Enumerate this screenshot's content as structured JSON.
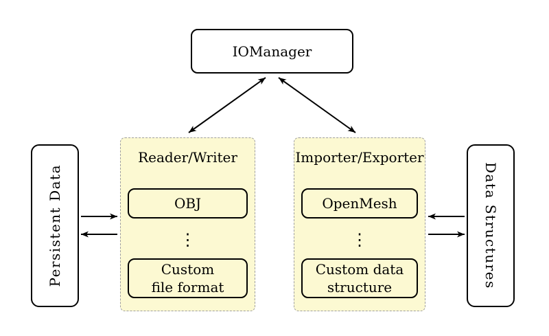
{
  "nodes": {
    "iomanager": {
      "label": "IOManager"
    },
    "persistent_data": {
      "label": "Persistent Data"
    },
    "data_structures": {
      "label": "Data Structures"
    },
    "reader_writer": {
      "title": "Reader/Writer",
      "top_item": "OBJ",
      "ellipsis": "⋮",
      "bottom_item_lines": [
        "Custom",
        "file format"
      ]
    },
    "importer_exporter": {
      "title": "Importer/Exporter",
      "top_item": "OpenMesh",
      "ellipsis": "⋮",
      "bottom_item_lines": [
        "Custom data",
        "structure"
      ]
    }
  },
  "connections": [
    {
      "from": "iomanager",
      "to": "reader_writer",
      "style": "double-headed"
    },
    {
      "from": "iomanager",
      "to": "importer_exporter",
      "style": "double-headed"
    },
    {
      "from": "persistent_data",
      "to": "reader_writer",
      "style": "arrow-right"
    },
    {
      "from": "reader_writer",
      "to": "persistent_data",
      "style": "arrow-left"
    },
    {
      "from": "importer_exporter",
      "to": "data_structures",
      "style": "arrow-right"
    },
    {
      "from": "data_structures",
      "to": "importer_exporter",
      "style": "arrow-left"
    }
  ],
  "colors": {
    "group_background": "#FCF9D2",
    "group_border": "#9e9e9e",
    "node_border": "#000000",
    "arrow": "#000000",
    "background": "#ffffff"
  }
}
